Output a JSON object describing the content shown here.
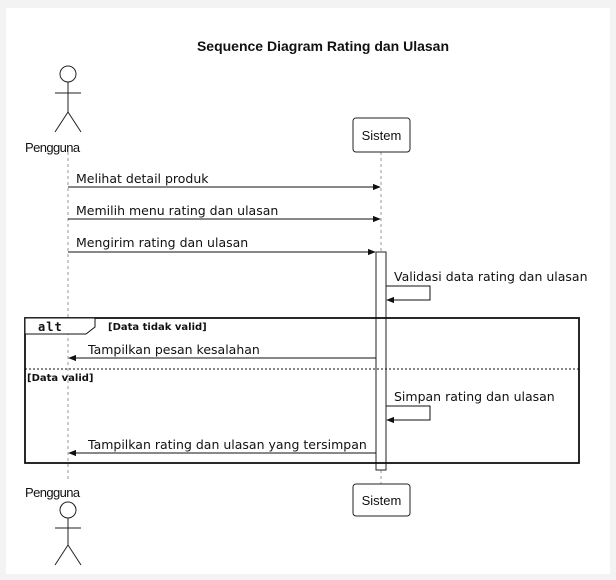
{
  "diagram": {
    "title": "Sequence Diagram Rating dan Ulasan",
    "participants": {
      "actor": "Pengguna",
      "system": "Sistem"
    },
    "messages": [
      "Melihat detail produk",
      "Memilih menu rating dan ulasan",
      "Mengirim rating dan ulasan",
      "Validasi data rating dan ulasan",
      "Tampilkan pesan kesalahan",
      "Simpan rating dan ulasan",
      "Tampilkan rating dan ulasan yang tersimpan"
    ],
    "fragment": {
      "operator": "alt",
      "guard_invalid": "[Data tidak valid]",
      "guard_valid": "[Data valid]"
    }
  }
}
